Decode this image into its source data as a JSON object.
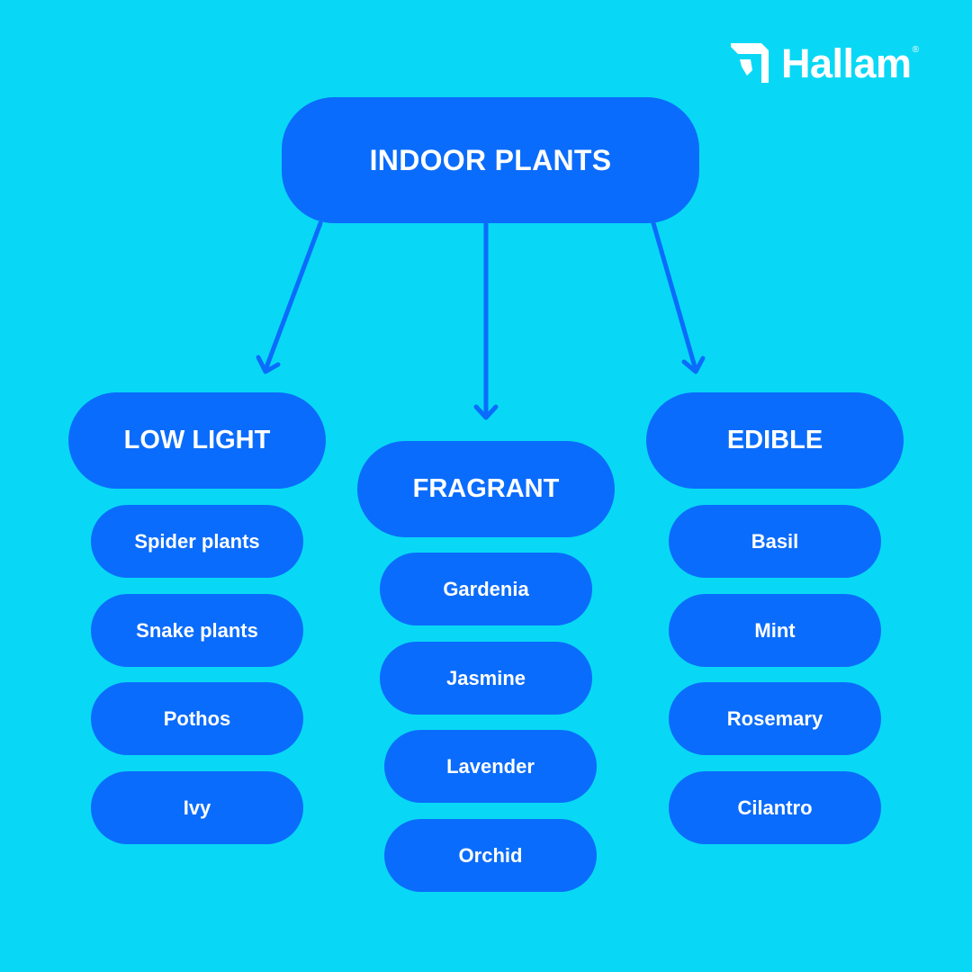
{
  "brand": {
    "name": "Hallam",
    "registered_mark": "®"
  },
  "diagram": {
    "root": "INDOOR PLANTS",
    "categories": [
      {
        "label": "LOW LIGHT",
        "items": [
          "Spider plants",
          "Snake plants",
          "Pothos",
          "Ivy"
        ]
      },
      {
        "label": "FRAGRANT",
        "items": [
          "Gardenia",
          "Jasmine",
          "Lavender",
          "Orchid"
        ]
      },
      {
        "label": "EDIBLE",
        "items": [
          "Basil",
          "Mint",
          "Rosemary",
          "Cilantro"
        ]
      }
    ]
  },
  "colors": {
    "background": "#08D8F6",
    "node_fill": "#0A6CFC",
    "node_text": "#FFFFFF",
    "arrow": "#0A6CFC"
  }
}
